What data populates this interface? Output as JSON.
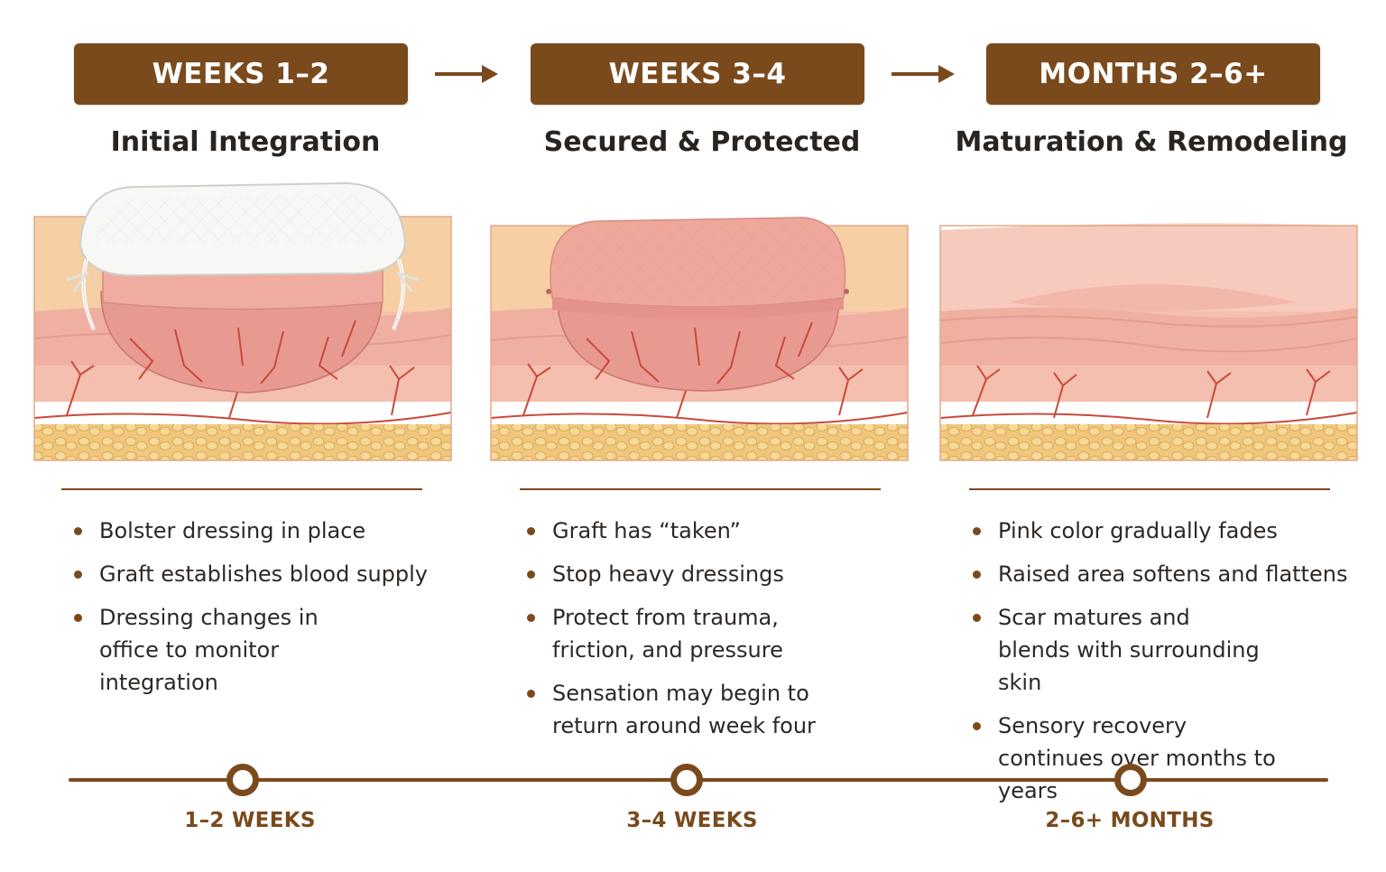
{
  "phases": [
    {
      "header": "WEEKS 1–2",
      "subtitle": "Initial Integration",
      "illustration": "skin-graft-with-bolster-dressing",
      "bullets": [
        "Bolster dressing in place",
        "Graft establishes blood supply",
        "Dressing changes in office to monitor integration"
      ],
      "timeline_label": "1–2 WEEKS"
    },
    {
      "header": "WEEKS 3–4",
      "subtitle": "Secured & Protected",
      "illustration": "skin-graft-taken",
      "bullets": [
        "Graft has “taken”",
        "Stop heavy dressings",
        "Protect from trauma, friction, and pressure",
        "Sensation may begin to return around week four"
      ],
      "timeline_label": "3–4 WEEKS"
    },
    {
      "header": "MONTHS 2–6+",
      "subtitle": "Maturation & Remodeling",
      "illustration": "skin-graft-matured",
      "bullets": [
        "Pink color gradually fades",
        "Raised area softens and flattens",
        "Scar matures and blends with surrounding skin",
        "Sensory recovery continues over months to years"
      ],
      "timeline_label": "2–6+ MONTHS"
    }
  ],
  "colors": {
    "brand_brown": "#7a4a1c",
    "skin_top": "#f3c89d",
    "dermis": "#f3b5a6",
    "graft": "#e89a90",
    "fat": "#f0c77d",
    "vessel": "#c94a3a",
    "bolster": "#f7f7f5"
  }
}
